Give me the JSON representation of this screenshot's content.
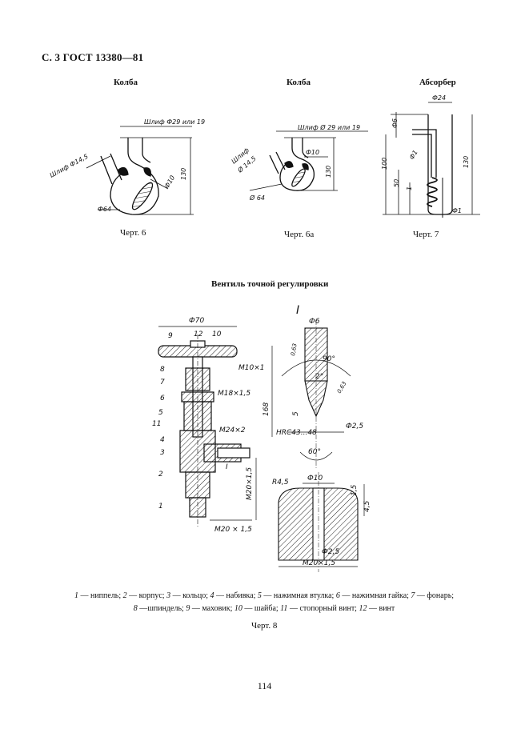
{
  "header": {
    "title": "С. 3 ГОСТ 13380—81"
  },
  "figures_top": [
    {
      "title": "Колба",
      "caption": "Черт. 6",
      "dims": [
        "Шлиф Ф29 или 19",
        "Шлиф Ф14,5",
        "Ф10",
        "130",
        "Ф64"
      ]
    },
    {
      "title": "Колба",
      "caption": "Черт. 6а",
      "dims": [
        "Шлиф Ø 29 или 19",
        "Шлиф",
        "Ø 14,5",
        "Ф10",
        "130",
        "Ø 64"
      ]
    },
    {
      "title": "Абсорбер",
      "caption": "Черт. 7",
      "dims": [
        "Ф24",
        "Ф6",
        "Ф1",
        "100",
        "50",
        "1",
        "130",
        "Ф1"
      ]
    }
  ],
  "valve": {
    "title": "Вентиль точной регулировки",
    "caption": "Черт. 8",
    "dims": [
      "Ф70",
      "9",
      "12",
      "10",
      "8",
      "М10×1",
      "7",
      "М18×1,5",
      "6",
      "5",
      "11",
      "4",
      "3",
      "М24×2",
      "168",
      "2",
      "1",
      "М20×1,5",
      "М20 × 1,5",
      "I"
    ],
    "detail_tip": [
      "I",
      "Ф6",
      "0,63",
      "90°",
      "2°",
      "0,63",
      "5",
      "Ф2,5",
      "НRС43...48",
      "60°"
    ],
    "detail_seat": [
      "R4,5",
      "Ф10",
      "1,5",
      "4,5",
      "Ф2,5",
      "М20×1,5"
    ]
  },
  "legend": [
    {
      "num": "1",
      "text": " — ниппель; "
    },
    {
      "num": "2",
      "text": " — корпус; "
    },
    {
      "num": "3",
      "text": " — кольцо; "
    },
    {
      "num": "4",
      "text": " — набивка; "
    },
    {
      "num": "5",
      "text": " — нажимная втулка; "
    },
    {
      "num": "6",
      "text": " — нажимная гайка; "
    },
    {
      "num": "7",
      "text": " — фонарь; "
    },
    {
      "num": "8",
      "text": " —шпиндель; "
    },
    {
      "num": "9",
      "text": " — маховик; "
    },
    {
      "num": "10",
      "text": " — шайба; "
    },
    {
      "num": "11",
      "text": " — стопорный винт; "
    },
    {
      "num": "12",
      "text": " — винт"
    }
  ],
  "page_number": "114"
}
